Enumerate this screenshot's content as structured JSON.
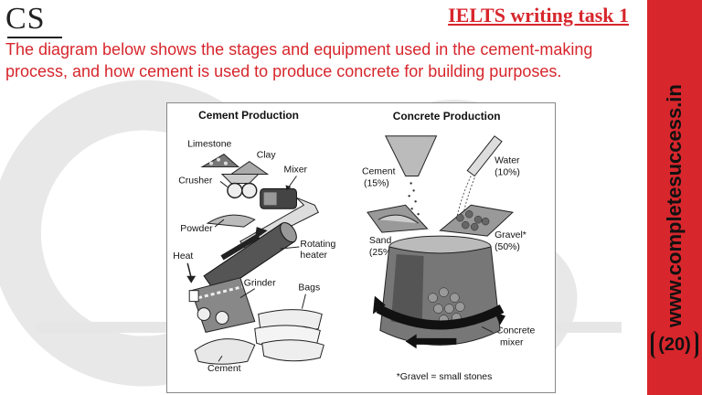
{
  "header": {
    "logo": "CS",
    "task_title": "IELTS  writing task 1"
  },
  "intro": {
    "text": "The diagram below shows the stages and equipment used in the cement-making process, and how cement is used to produce concrete for building purposes."
  },
  "sidebar": {
    "url": "www.completesuccess.in",
    "page_number": "(20)"
  },
  "diagram": {
    "cement_production": {
      "title": "Cement Production",
      "labels": {
        "limestone": "Limestone",
        "clay": "Clay",
        "crusher": "Crusher",
        "mixer": "Mixer",
        "powder": "Powder",
        "rotating_heater_line1": "Rotating",
        "rotating_heater_line2": "heater",
        "heat": "Heat",
        "grinder": "Grinder",
        "bags": "Bags",
        "cement": "Cement"
      }
    },
    "concrete_production": {
      "title": "Concrete Production",
      "labels": {
        "cement": "Cement",
        "cement_pct": "(15%)",
        "water": "Water",
        "water_pct": "(10%)",
        "sand": "Sand",
        "sand_pct": "(25%)",
        "gravel": "Gravel*",
        "gravel_pct": "(50%)",
        "concrete_mixer_line1": "Concrete",
        "concrete_mixer_line2": "mixer"
      },
      "footnote": "*Gravel = small stones"
    }
  },
  "colors": {
    "accent_red": "#d7262c",
    "text_dark": "#222222"
  }
}
